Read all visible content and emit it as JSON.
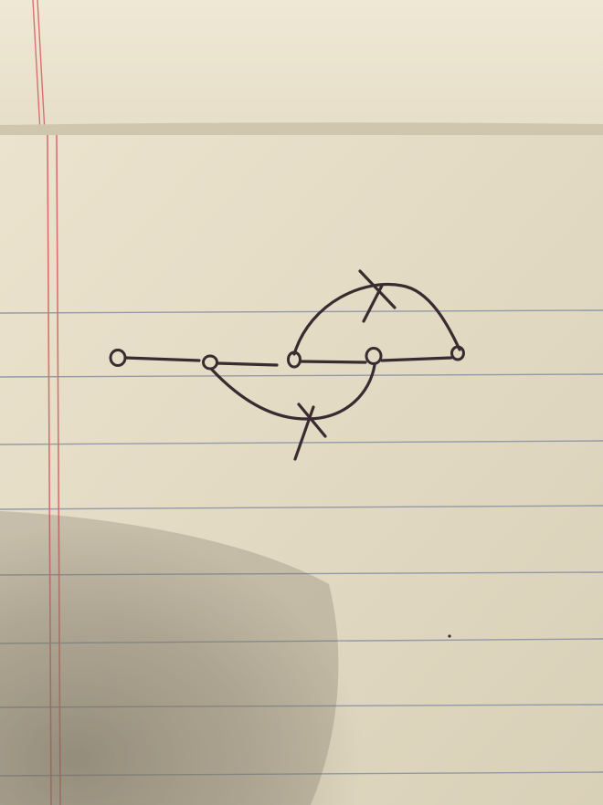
{
  "scene": {
    "subject": "hand-drawn-graph-on-lined-paper",
    "colors": {
      "paper": "#e7dfc9",
      "paper_shadow": "#b9b19f",
      "ruled_line": "#7e8ba0",
      "margin_line": "#d8706f",
      "ink": "#3a2b30",
      "background_sheet": "#e9e2cc"
    },
    "drawing": {
      "vertices": 5,
      "edges": 6,
      "crossed_edges": 2
    }
  }
}
